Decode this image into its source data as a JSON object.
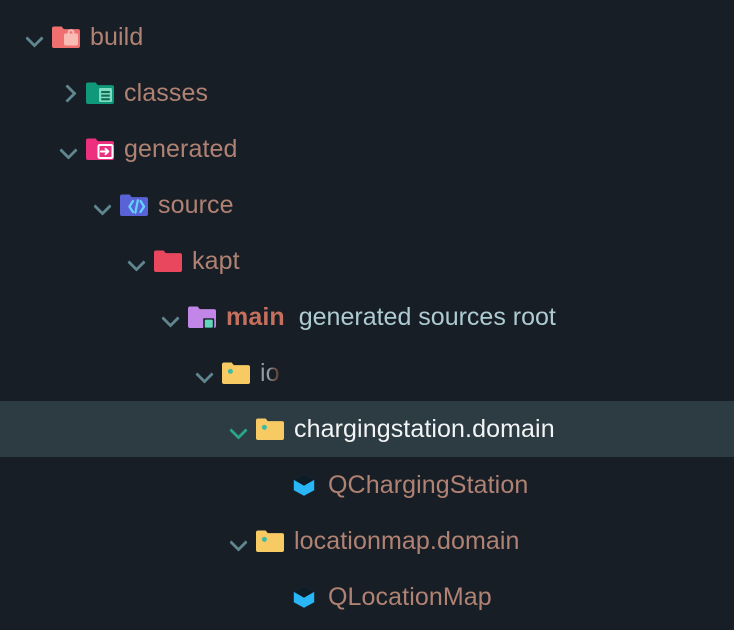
{
  "theme": {
    "background": "#181e25",
    "selected_row_background": "#2d3c42",
    "chevron_color": "#60868f",
    "chevron_selected_color": "#2aa58c",
    "label_color": "#b08273",
    "label_selected_color": "#f2f4f5",
    "annotation_color": "#aecbd3",
    "folder_build": "#f07070",
    "folder_classes": "#10987a",
    "folder_generated": "#ec2f7e",
    "folder_source": "#5a63d6",
    "folder_kapt": "#e8475e",
    "folder_main": "#c285e8",
    "folder_package": "#f7ca64",
    "class_cube": "#29b6f6"
  },
  "tree": {
    "rows": [
      {
        "id": "build",
        "label": "build",
        "annotation": "",
        "icon": "folder-build-icon",
        "chevron": "chevron-down-icon",
        "expanded": true,
        "selected": false,
        "depth": 0
      },
      {
        "id": "classes",
        "label": "classes",
        "annotation": "",
        "icon": "folder-classes-icon",
        "chevron": "chevron-right-icon",
        "expanded": false,
        "selected": false,
        "depth": 1
      },
      {
        "id": "generated",
        "label": "generated",
        "annotation": "",
        "icon": "folder-generated-icon",
        "chevron": "chevron-down-icon",
        "expanded": true,
        "selected": false,
        "depth": 1
      },
      {
        "id": "source",
        "label": "source",
        "annotation": "",
        "icon": "folder-source-icon",
        "chevron": "chevron-down-icon",
        "expanded": true,
        "selected": false,
        "depth": 2
      },
      {
        "id": "kapt",
        "label": "kapt",
        "annotation": "",
        "icon": "folder-kapt-icon",
        "chevron": "chevron-down-icon",
        "expanded": true,
        "selected": false,
        "depth": 3
      },
      {
        "id": "main",
        "label": "main",
        "annotation": "generated sources root",
        "icon": "folder-main-icon",
        "chevron": "chevron-down-icon",
        "expanded": true,
        "selected": false,
        "depth": 4
      },
      {
        "id": "io",
        "label": "io",
        "annotation": "",
        "icon": "folder-package-icon",
        "chevron": "chevron-down-icon",
        "expanded": true,
        "selected": false,
        "depth": 5
      },
      {
        "id": "chargingstation-domain",
        "label": "chargingstation.domain",
        "annotation": "",
        "icon": "folder-package-icon",
        "chevron": "chevron-down-icon",
        "expanded": true,
        "selected": true,
        "depth": 6
      },
      {
        "id": "qchargingstation",
        "label": "QChargingStation",
        "annotation": "",
        "icon": "class-cube-icon",
        "chevron": "none",
        "expanded": false,
        "selected": false,
        "depth": 7
      },
      {
        "id": "locationmap-domain",
        "label": "locationmap.domain",
        "annotation": "",
        "icon": "folder-package-icon",
        "chevron": "chevron-down-icon",
        "expanded": true,
        "selected": false,
        "depth": 6
      },
      {
        "id": "qlocationmap",
        "label": "QLocationMap",
        "annotation": "",
        "icon": "class-cube-icon",
        "chevron": "none",
        "expanded": false,
        "selected": false,
        "depth": 7
      }
    ]
  }
}
